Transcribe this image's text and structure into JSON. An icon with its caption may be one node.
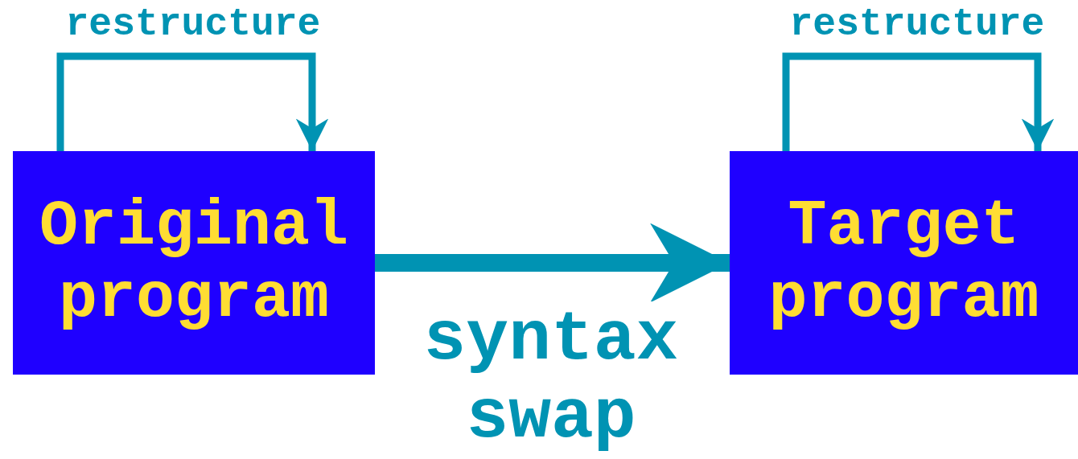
{
  "diagram": {
    "nodes": [
      {
        "text": [
          "Original program"
        ]
      },
      {
        "text": [
          "Target program"
        ]
      }
    ],
    "edges": [
      {
        "from": 0,
        "to": 0,
        "arrow": "to",
        "label": "restructure"
      },
      {
        "from": 1,
        "to": 1,
        "arrow": "to",
        "label": "restructure"
      },
      {
        "from": 0,
        "to": 1,
        "arrow": "to",
        "label": "syntax swap",
        "style": "thick"
      }
    ]
  }
}
